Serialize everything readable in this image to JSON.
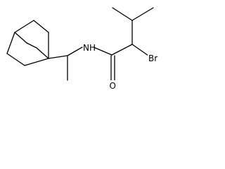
{
  "molecule": {
    "atoms": {
      "nitrogen": "N",
      "hydrogen": "H",
      "oxygen": "O",
      "bromine": "Br"
    },
    "colors": {
      "bond": "#000000",
      "label": "#000000",
      "background": "#ffffff"
    }
  }
}
